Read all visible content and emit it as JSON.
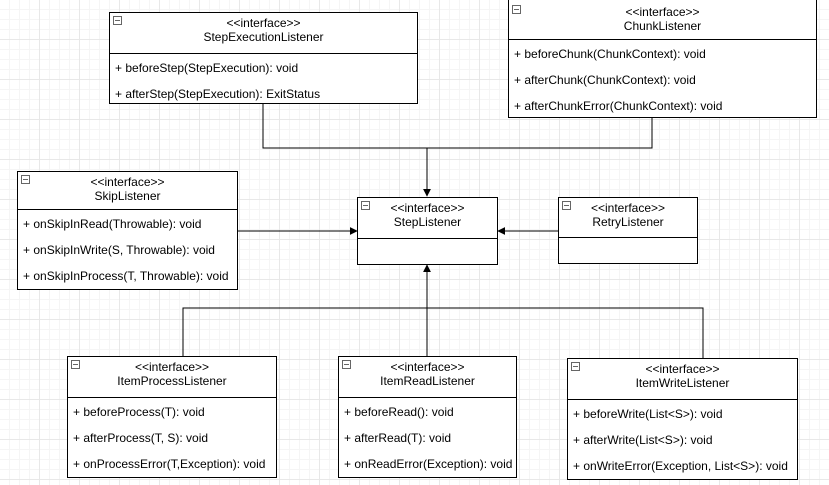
{
  "classes": {
    "step_execution_listener": {
      "stereotype": "<<interface>>",
      "name": "StepExecutionListener",
      "methods": [
        "+ beforeStep(StepExecution): void",
        "+ afterStep(StepExecution): ExitStatus"
      ]
    },
    "chunk_listener": {
      "stereotype": "<<interface>>",
      "name": "ChunkListener",
      "methods": [
        "+ beforeChunk(ChunkContext): void",
        "+ afterChunk(ChunkContext): void",
        "+ afterChunkError(ChunkContext): void"
      ]
    },
    "skip_listener": {
      "stereotype": "<<interface>>",
      "name": "SkipListener",
      "methods": [
        "+ onSkipInRead(Throwable): void",
        "+ onSkipInWrite(S, Throwable): void",
        "+ onSkipInProcess(T, Throwable): void"
      ]
    },
    "step_listener": {
      "stereotype": "<<interface>>",
      "name": "StepListener",
      "methods": []
    },
    "retry_listener": {
      "stereotype": "<<interface>>",
      "name": "RetryListener",
      "methods": []
    },
    "item_process_listener": {
      "stereotype": "<<interface>>",
      "name": "ItemProcessListener",
      "methods": [
        "+ beforeProcess(T): void",
        "+ afterProcess(T, S): void",
        "+ onProcessError(T,Exception): void"
      ]
    },
    "item_read_listener": {
      "stereotype": "<<interface>>",
      "name": "ItemReadListener",
      "methods": [
        "+ beforeRead(): void",
        "+ afterRead(T): void",
        "+ onReadError(Exception): void"
      ]
    },
    "item_write_listener": {
      "stereotype": "<<interface>>",
      "name": "ItemWriteListener",
      "methods": [
        "+ beforeWrite(List<S>): void",
        "+ afterWrite(List<S>): void",
        "+ onWriteError(Exception, List<S>): void"
      ]
    }
  },
  "colors": {
    "line": "#000000",
    "box_fill": "#ffffff",
    "grid": "#e8e8e8"
  }
}
